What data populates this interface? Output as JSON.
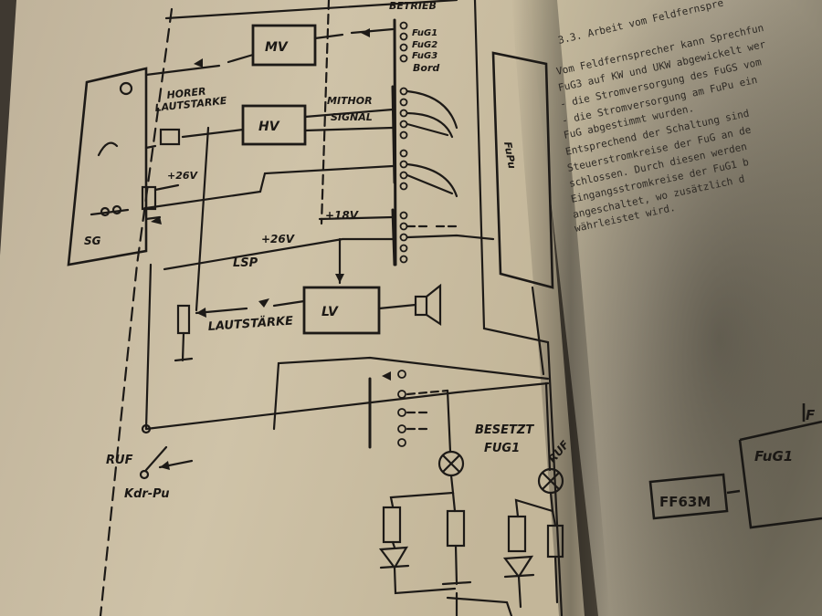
{
  "left_page": {
    "labels": {
      "mv": "MV",
      "hv": "HV",
      "lv": "LV",
      "betrieb": "BETRIEB",
      "fug1": "FuG1",
      "fug2": "FuG2",
      "fug3": "FuG3",
      "bord": "Bord",
      "horer": "HORER",
      "lautstarke_top": "LAUTSTARKE",
      "mithor": "MITHOR",
      "signal": "SIGNAL",
      "plus26_top": "+26V",
      "plus18": "+18V",
      "plus26_mid": "+26V",
      "lsp": "LSP",
      "lautstarke_bottom": "LAUTSTÄRKE",
      "sg": "SG",
      "fupu": "FuPu",
      "besetzt": "BESETZT",
      "besetzt_fug1": "FUG1",
      "ruf_left": "RUF",
      "ruf_right": "RUF",
      "kdr_pu": "Kdr-Pu"
    }
  },
  "right_page": {
    "heading": "3.3. Arbeit vom Feldfernspre",
    "lines": [
      "Vom Feldfernsprecher kann Sprechfun",
      "FuG3 auf KW und UKW abgewickelt wer",
      "- die Stromversorgung des FuGS vom",
      "- die Stromversorgung am FuPu ein",
      "FuG abgestimmt wurden.",
      "Entsprechend der Schaltung sind",
      "Steuerstromkreise der FuG an de",
      "schlossen. Durch diesen werden",
      "Eingangsstromkreise der FuG1 b",
      "angeschaltet, wo zusätzlich d",
      "währleistet wird."
    ],
    "diagram": {
      "box_ff63m": "FF63M",
      "box_fug1": "FuG1",
      "corner_letter": "F"
    }
  }
}
